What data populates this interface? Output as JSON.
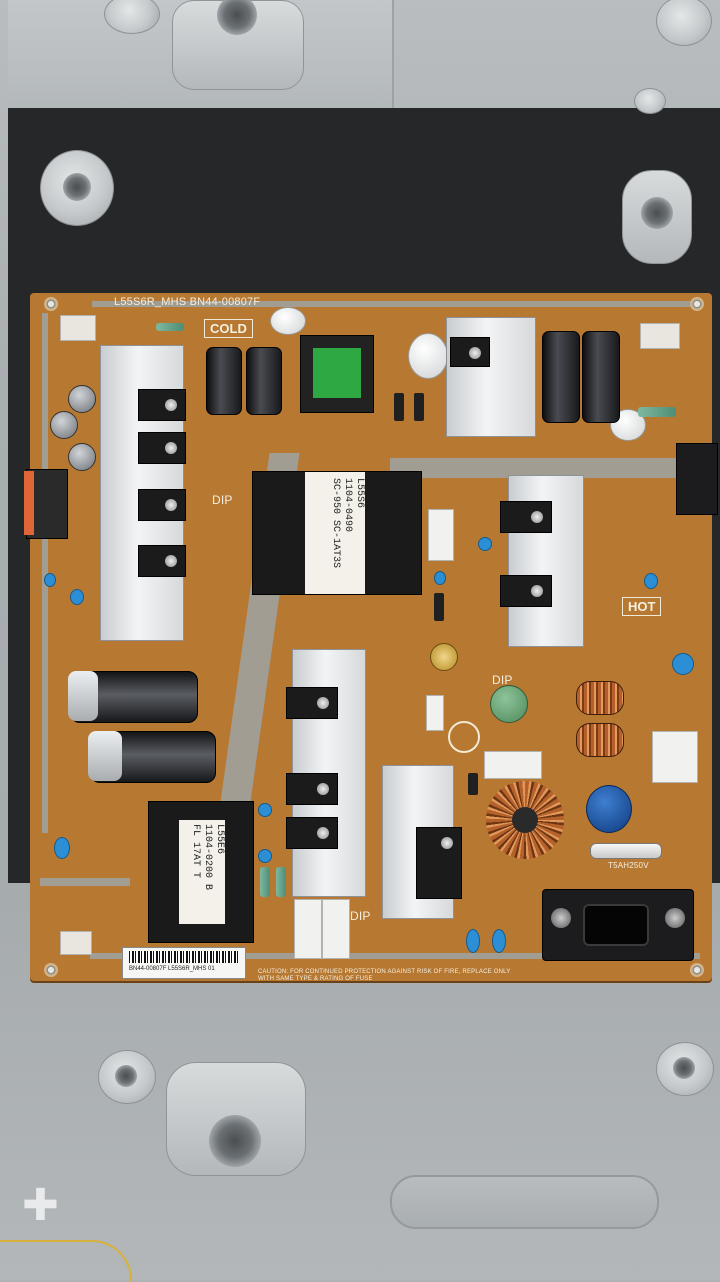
{
  "pcb": {
    "model": "L55S6R_MHS BN44-00807F",
    "cold": "COLD",
    "hot": "HOT",
    "dip_labels": [
      "DIP",
      "DIP",
      "DIP"
    ],
    "caution": "CAUTION: FOR CONTINUED PROTECTION AGAINST RISK OF FIRE, REPLACE ONLY WITH SAME TYPE & RATING OF FUSE",
    "fuse": "T5AH250V",
    "transformer_main": [
      "L55S6",
      "1104-0490",
      "SC-950 SC-1AT3S"
    ],
    "transformer_lower": [
      "L55E6",
      "1104-0200 B",
      "FL 17AT T"
    ],
    "barcode_text": "BN44-00807F L55S6R_MHS 01"
  },
  "icons": [
    "screw-boss",
    "samsung-logo",
    "ul-mark",
    "power-socket"
  ]
}
